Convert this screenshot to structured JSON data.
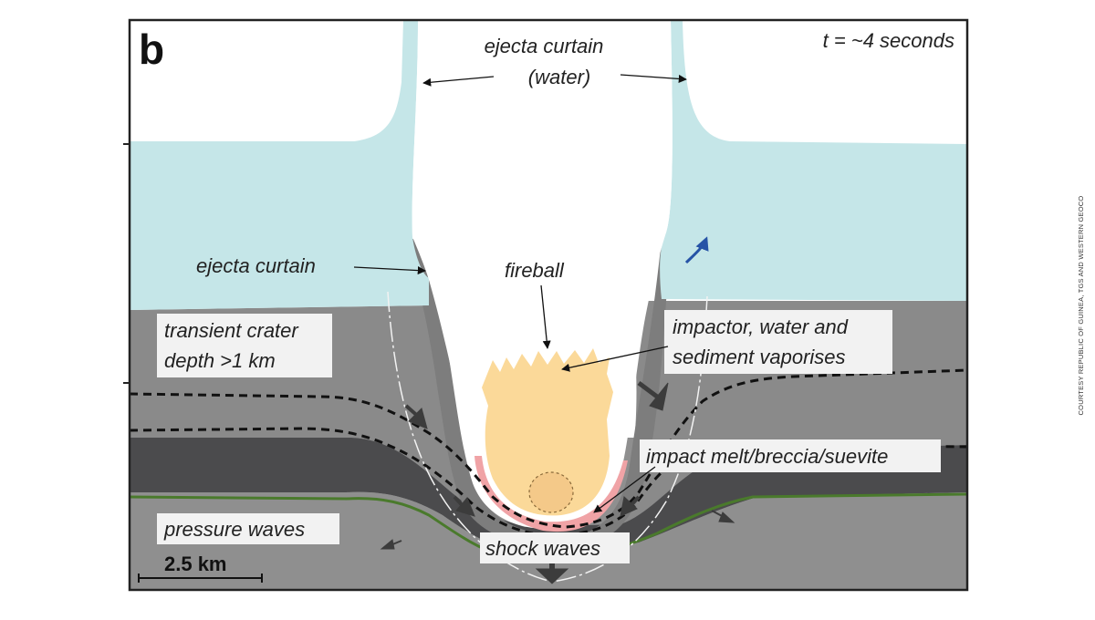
{
  "figure": {
    "panel_letter": "b",
    "time_label": "t = ~4 seconds",
    "credit": "COURTESY REPUBLIC OF GUINEA, TGS AND WESTERN GEOCO",
    "colors": {
      "water": "#c5e6e8",
      "upper_rock": "#8a8a8a",
      "dark_layer": "#4b4b4d",
      "lower_rock": "#8f8f8f",
      "green_line": "#4a7a2c",
      "fireball": "#fbd999",
      "melt": "#f0a3a6",
      "label_box": "#f2f2f2",
      "blue_arrow": "#2653a6"
    }
  },
  "labels": {
    "ejecta_water_line1": "ejecta curtain",
    "ejecta_water_line2": "(water)",
    "ejecta_curtain": "ejecta curtain",
    "fireball": "fireball",
    "transient_line1": "transient crater",
    "transient_line2": "depth >1 km",
    "vapor_line1": "impactor, water and",
    "vapor_line2": "sediment vaporises",
    "melt": "impact melt/breccia/suevite",
    "pressure": "pressure waves",
    "shock": "shock waves",
    "scale": "2.5 km"
  }
}
